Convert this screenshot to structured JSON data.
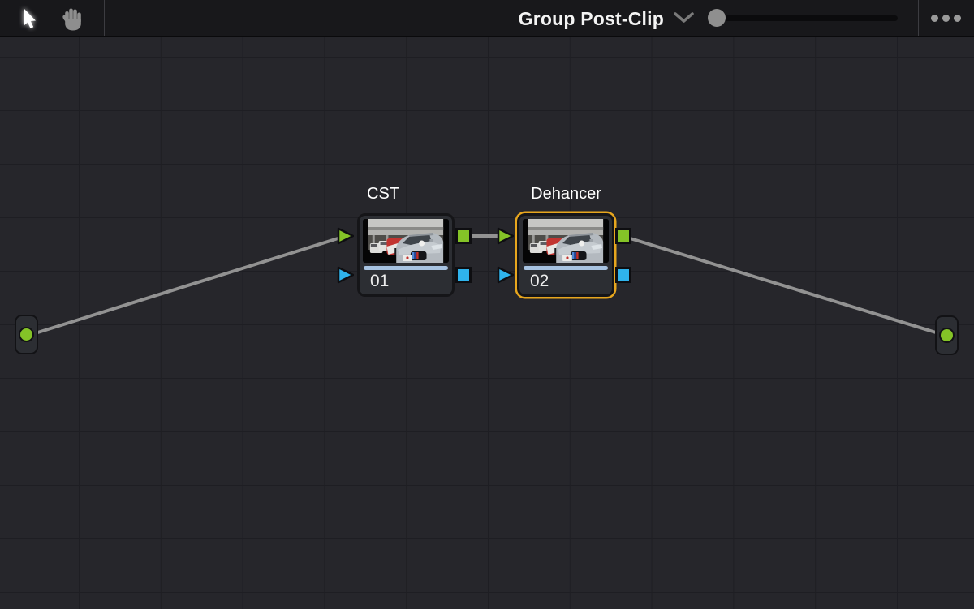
{
  "toolbar": {
    "title": "Group Post-Clip",
    "title_dropdown_icon": "chevron-down-icon",
    "tools": [
      {
        "id": "select",
        "icon": "cursor-arrow-icon",
        "active": true
      },
      {
        "id": "pan",
        "icon": "hand-icon",
        "active": false
      }
    ],
    "zoom_slider": {
      "position": "min"
    },
    "more_icon": "ellipsis-icon"
  },
  "graph": {
    "input_node": {
      "type": "source",
      "icon": "green-circle"
    },
    "output_node": {
      "type": "output",
      "icon": "green-circle"
    },
    "nodes": [
      {
        "title": "CST",
        "number": "01",
        "selected": false,
        "thumbnail": "race-cars-in-pit-lane",
        "ports": {
          "inputs": [
            "rgb",
            "key"
          ],
          "outputs": [
            "rgb",
            "key"
          ]
        }
      },
      {
        "title": "Dehancer",
        "number": "02",
        "selected": true,
        "thumbnail": "race-cars-in-pit-lane",
        "ports": {
          "inputs": [
            "rgb",
            "key"
          ],
          "outputs": [
            "rgb",
            "key"
          ]
        }
      }
    ],
    "connections": [
      {
        "from": "source-output",
        "to": "CST.rgb-input"
      },
      {
        "from": "CST.rgb-output",
        "to": "Dehancer.rgb-input"
      },
      {
        "from": "Dehancer.rgb-output",
        "to": "node-tree-output"
      }
    ]
  },
  "colors": {
    "rgb_port_green": "#84c327",
    "key_port_blue": "#2fb3ec",
    "selection_orange": "#e7a61e",
    "link_gray": "#929292",
    "clip_bar_blue": "#a7c3e1",
    "canvas_bg": "#26262b",
    "grid_line": "#1e1e23",
    "toolbar_bg": "#18181b"
  }
}
